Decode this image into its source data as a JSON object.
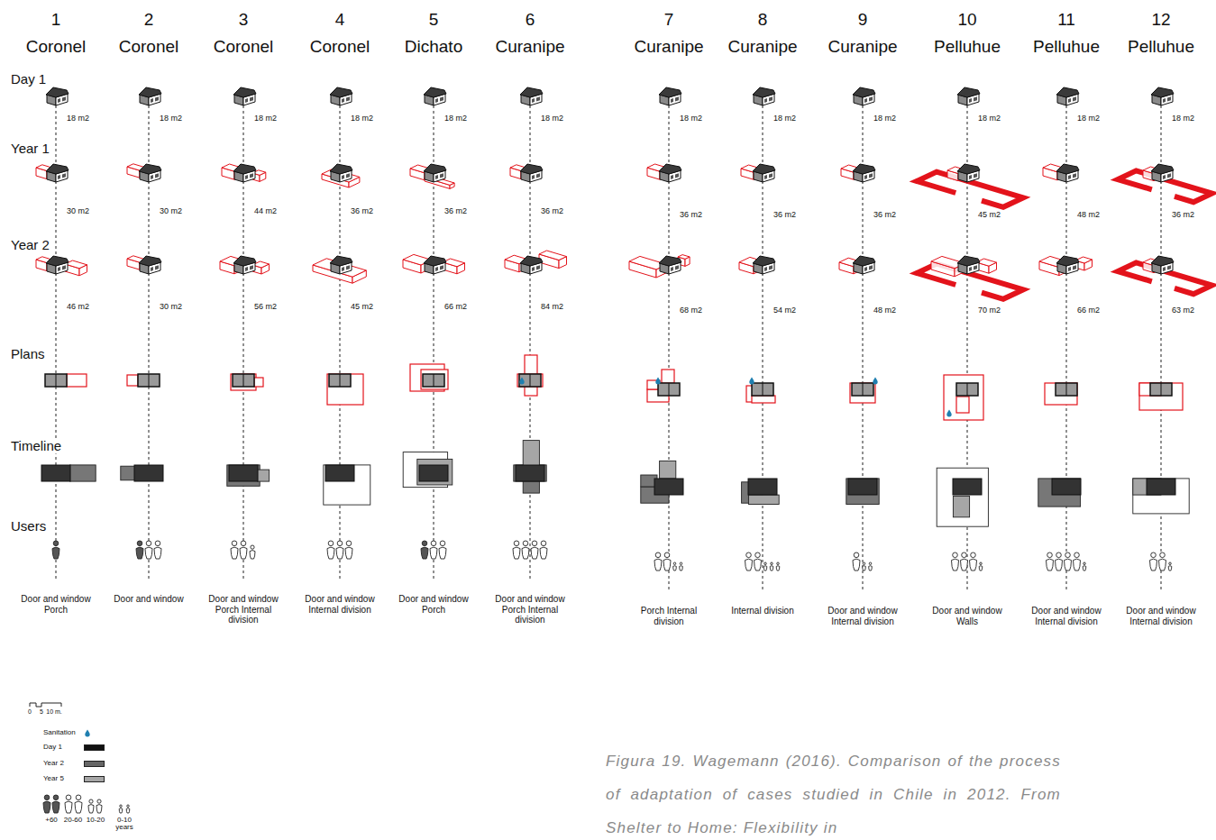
{
  "diagram": {
    "caption": "Figura 19. Wagemann (2016). Comparison of the process of adaptation of cases studied in Chile in 2012. From Shelter to Home: Flexibility in",
    "labels": [
      "1",
      "Coronel",
      "2",
      "Coronel",
      "3",
      "Coronel",
      "4",
      "Coronel",
      "5",
      "Dichato",
      "6",
      "Curanipe",
      "7",
      "Curanipe",
      "8",
      "Curanipe",
      "9",
      "Curanipe",
      "10",
      "Pelluhue",
      "11",
      "Pelluhue",
      "12",
      "Pelluhue",
      "Day 1",
      "Year 1",
      "Year 2",
      "Plans",
      "Timeline",
      "Users",
      "18 m2",
      "30 m2",
      "46 m2",
      "18 m2",
      "30 m2",
      "30 m2",
      "18 m2",
      "44 m2",
      "56 m2",
      "18 m2",
      "36 m2",
      "45 m2",
      "18 m2",
      "36 m2",
      "66 m2",
      "18 m2",
      "36 m2",
      "84 m2",
      "18 m2",
      "36 m2",
      "68 m2",
      "18 m2",
      "36 m2",
      "54 m2",
      "18 m2",
      "36 m2",
      "48 m2",
      "18 m2",
      "45 m2",
      "70 m2",
      "18 m2",
      "48 m2",
      "66 m2",
      "18 m2",
      "36 m2",
      "63 m2",
      "Door and window Porch",
      "Door and window",
      "Door and window Porch Internal division",
      "Door and window Internal division",
      "Door and window Porch",
      "Door and window Porch Internal division",
      "Porch Internal division",
      "Internal division",
      "Door and window Internal division",
      "Door and window Walls",
      "Door and window Internal division",
      "Door and window Internal division",
      "0",
      "5",
      "10 m."
    ],
    "legend": [
      {
        "text": "Sanitation"
      },
      {
        "text": "Day 1",
        "color": "#111111"
      },
      {
        "text": "Year 2",
        "color": "#666666"
      },
      {
        "text": "Year 5",
        "color": "#a6a6a6"
      },
      {
        "text": "+60"
      },
      {
        "text": "20-60"
      },
      {
        "text": "10-20"
      },
      {
        "text": "0-10 years"
      }
    ]
  }
}
